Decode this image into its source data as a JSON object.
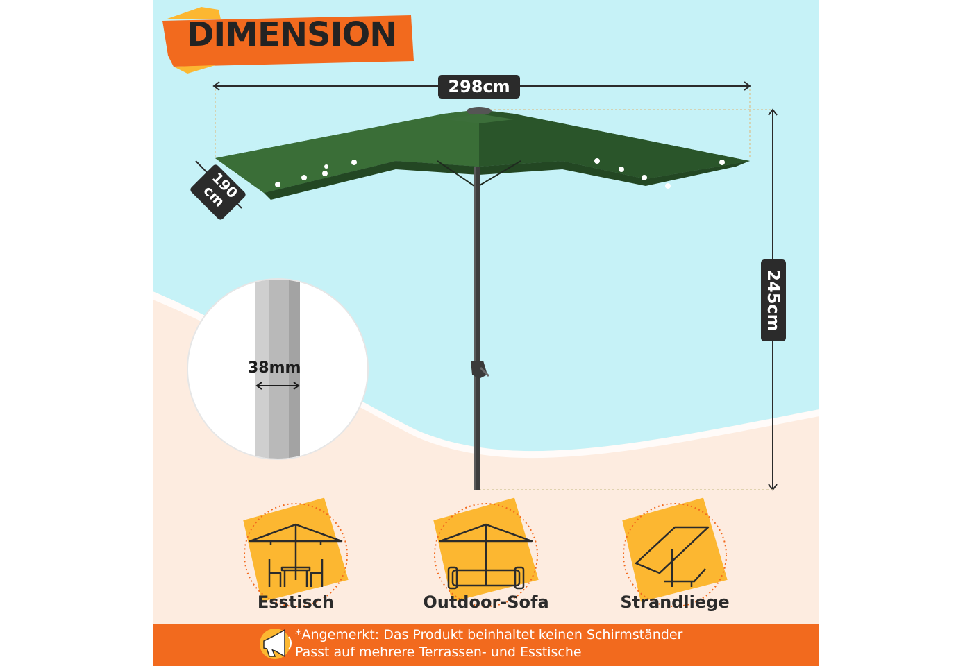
{
  "title": "DIMENSION",
  "dimensions": {
    "width": "298cm",
    "depth_value": "190",
    "depth_unit": "cm",
    "height": "245cm",
    "pole_diameter": "38mm"
  },
  "uses": [
    {
      "label": "Esstisch",
      "icon": "umbrella-dining-table-icon"
    },
    {
      "label": "Outdoor-Sofa",
      "icon": "umbrella-sofa-icon"
    },
    {
      "label": "Strandliege",
      "icon": "umbrella-sunlounger-icon"
    }
  ],
  "note": {
    "line1": "*Angemerkt: Das Produkt beinhaltet keinen Schirmständer",
    "line2": "Passt auf mehrere Terrassen- und Esstische",
    "icon": "megaphone-icon"
  },
  "colors": {
    "sky": "#c6f2f7",
    "sand": "#fdece0",
    "canopy": "#2e5d2e",
    "accent_orange": "#f26a1e",
    "accent_yellow": "#fcb731",
    "badge": "#2b2b2b"
  }
}
